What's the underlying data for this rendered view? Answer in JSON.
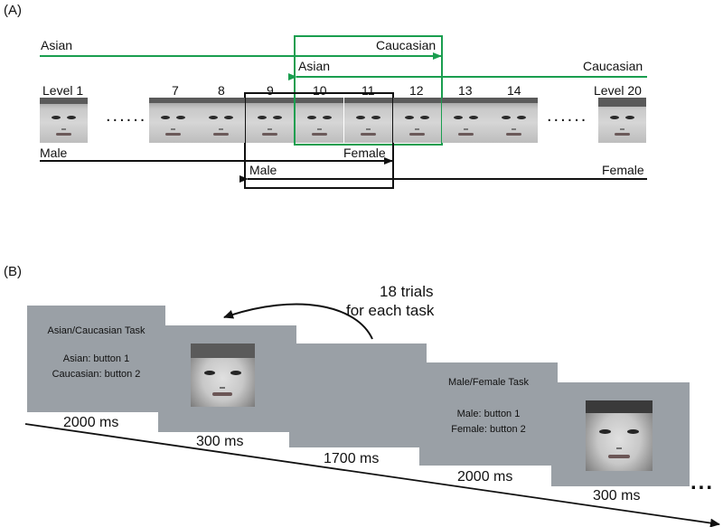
{
  "panel_a": {
    "label": "(A)",
    "race_axis": {
      "left": "Asian",
      "right": "Caucasian"
    },
    "race_window": {
      "left": "Asian",
      "right": "Caucasian"
    },
    "gender_axis": {
      "left": "Male",
      "right": "Female"
    },
    "gender_window": {
      "left": "Male",
      "right": "Female"
    },
    "face_labels": [
      "Level 1",
      "7",
      "8",
      "9",
      "10",
      "11",
      "12",
      "13",
      "14",
      "Level 20"
    ],
    "ellipsis": "......",
    "colors": {
      "race": "#1a9e4f",
      "gender": "#111111"
    }
  },
  "panel_b": {
    "label": "(B)",
    "loop_note": [
      "18 trials",
      "for each task"
    ],
    "screens": [
      {
        "title": "Asian/Caucasian Task",
        "line1": "Asian: button 1",
        "line2": "Caucasian: button 2",
        "duration": "2000 ms"
      },
      {
        "duration": "300 ms"
      },
      {
        "duration": "1700 ms"
      },
      {
        "title": "Male/Female Task",
        "line1": "Male: button 1",
        "line2": "Female: button 2",
        "duration": "2000 ms"
      },
      {
        "duration": "300 ms"
      }
    ],
    "trailing": "..."
  }
}
